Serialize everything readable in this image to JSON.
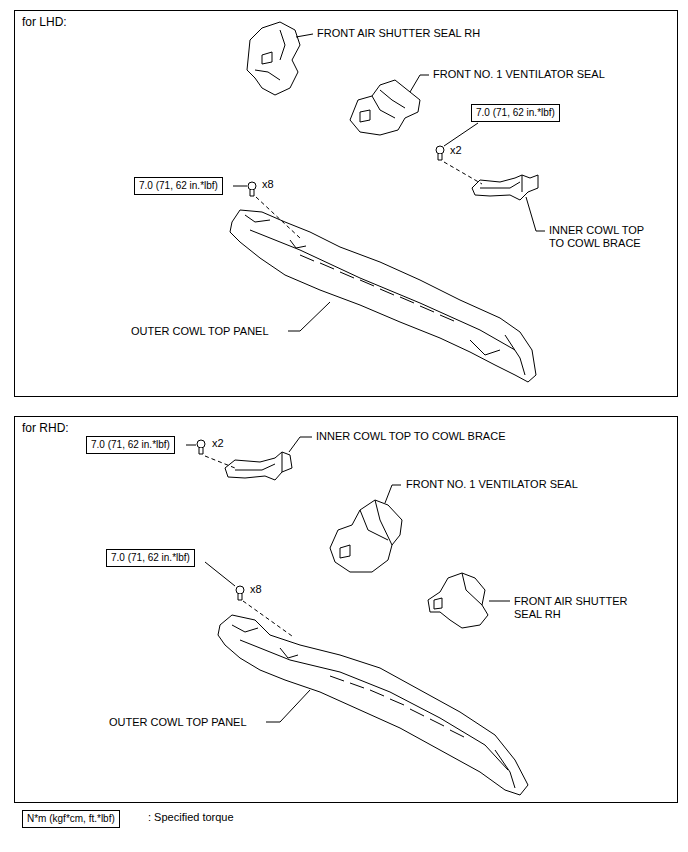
{
  "diagram": {
    "nodes": [
      {
        "text": [
          "for LHD:"
        ]
      },
      {
        "text": [
          "7.0 (71, 62 in.*lbf)"
        ],
        "in": 0
      },
      {
        "text": [
          "7.0 (71, 62 in.*lbf)"
        ],
        "in": 0
      },
      {
        "text": [
          "for RHD:"
        ]
      },
      {
        "text": [
          "7.0 (71, 62 in.*lbf)"
        ],
        "in": 3
      },
      {
        "text": [
          "7.0 (71, 62 in.*lbf)"
        ],
        "in": 3
      },
      {
        "text": [
          "N*m (kgf*cm, ft.*lbf)"
        ]
      }
    ],
    "labels": [
      "FRONT AIR SHUTTER SEAL RH",
      "FRONT NO. 1 VENTILATOR SEAL",
      "x2",
      "x8",
      "INNER COWL TOP TO COWL BRACE",
      "OUTER COWL TOP PANEL",
      "x2",
      "INNER COWL TOP TO COWL BRACE",
      "FRONT NO. 1 VENTILATOR SEAL",
      "x8",
      "FRONT AIR SHUTTER SEAL RH",
      "OUTER COWL TOP PANEL",
      ": Specified torque"
    ]
  }
}
